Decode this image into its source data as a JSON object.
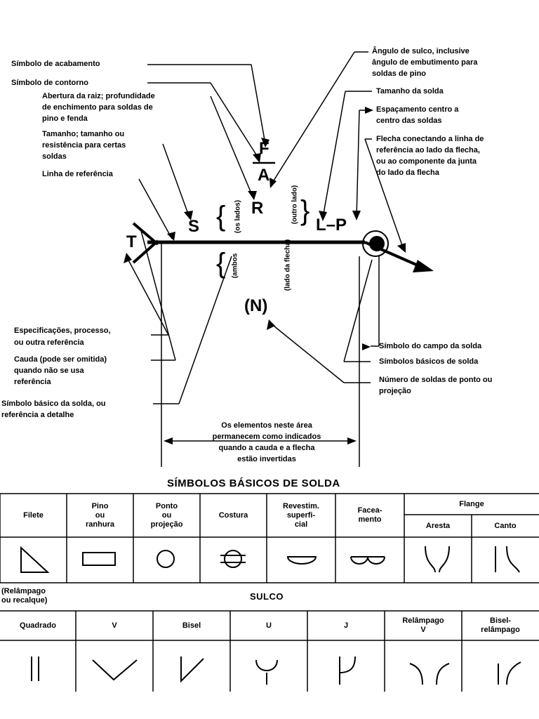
{
  "diagram": {
    "left_labels": [
      "Símbolo  de acabamento",
      "Símbolo de contorno",
      "Abertura da raiz; profundidade",
      "de enchimento para soldas de",
      "pino e fenda",
      "Tamanho; tamanho ou",
      "resistência para certas",
      "soldas",
      "Linha de referência"
    ],
    "right_labels": [
      "Ângulo de sulco, inclusive",
      "ângulo de embutimento para",
      "soldas de pino",
      "Tamanho da solda",
      "Espaçamento centro a",
      "centro das soldas",
      "Flecha conectando a linha de",
      "referência ao lado da flecha,",
      "ou ao componente da junta",
      "do lado da flecha"
    ],
    "lower_left_labels": [
      "Especificações,  processo,",
      "ou outra referência",
      "Cauda (pode ser omitida)",
      "quando não se usa",
      "referência",
      "Símbolo básico da solda, ou",
      "referência a detalhe"
    ],
    "lower_right_labels": [
      "Símbolo do campo da solda",
      "Símbolos básicos de solda",
      "Número de soldas de ponto ou",
      "projeção"
    ],
    "letters": {
      "F": "F",
      "A": "A",
      "R": "R",
      "S": "S",
      "T": "T",
      "LP": "L–P",
      "N": "(N)"
    },
    "vertical_labels": {
      "both_sides": "(os lados)",
      "other_side": "(outro lado)",
      "both": "(ambos",
      "arrow_side": "(lado da flecha)"
    },
    "note": [
      "Os elementos neste área",
      "permanecem como indicados",
      "quando a cauda e a flecha",
      "estão invertidas"
    ]
  },
  "table1": {
    "title": "SÍMBOLOS BÁSICOS DE SOLDA",
    "headers": [
      "Filete",
      "Pino\nou\nranhura",
      "Ponto\nou\nprojeção",
      "Costura",
      "Revestim.\nsuperfi-\ncial",
      "Faceа-\nmento"
    ],
    "flange": "Flange",
    "flange_sub": [
      "Aresta",
      "Canto"
    ],
    "symbols": [
      "fillet-icon",
      "plug-slot-icon",
      "spot-icon",
      "seam-icon",
      "surfacing-icon",
      "facing-icon",
      "flange-edge-icon",
      "flange-corner-icon"
    ]
  },
  "table2": {
    "side_note": "(Relâmpago\nou recalque)",
    "title": "SULCO",
    "headers": [
      "Quadrado",
      "V",
      "Bisel",
      "U",
      "J",
      "Relâmpago\nV",
      "Bisel-\nrelâmpago"
    ],
    "symbols": [
      "square-groove-icon",
      "v-groove-icon",
      "bevel-groove-icon",
      "u-groove-icon",
      "j-groove-icon",
      "flare-v-icon",
      "flare-bevel-icon"
    ]
  }
}
